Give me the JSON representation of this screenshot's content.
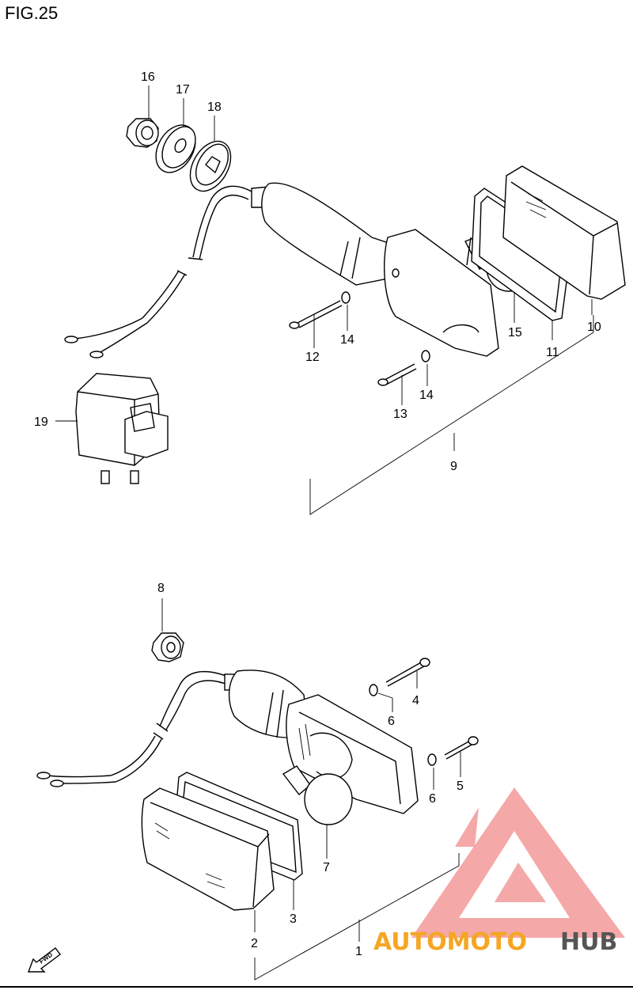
{
  "figure": {
    "title": "FIG.25"
  },
  "callouts": {
    "p1": "1",
    "p2": "2",
    "p3": "3",
    "p4": "4",
    "p5": "5",
    "p6a": "6",
    "p6b": "6",
    "p7": "7",
    "p8": "8",
    "p9": "9",
    "p10": "10",
    "p11": "11",
    "p12": "12",
    "p13": "13",
    "p14a": "14",
    "p14b": "14",
    "p15": "15",
    "p16": "16",
    "p17": "17",
    "p18": "18",
    "p19": "19"
  },
  "fwd_badge": "FWD",
  "watermark": {
    "part1": "AUTOMOTO",
    "part2": "HUB",
    "color_main": "#f5a623",
    "color_hub": "#555555",
    "logo_color": "#f08080"
  },
  "colors": {
    "line": "#000000",
    "background": "#ffffff"
  }
}
